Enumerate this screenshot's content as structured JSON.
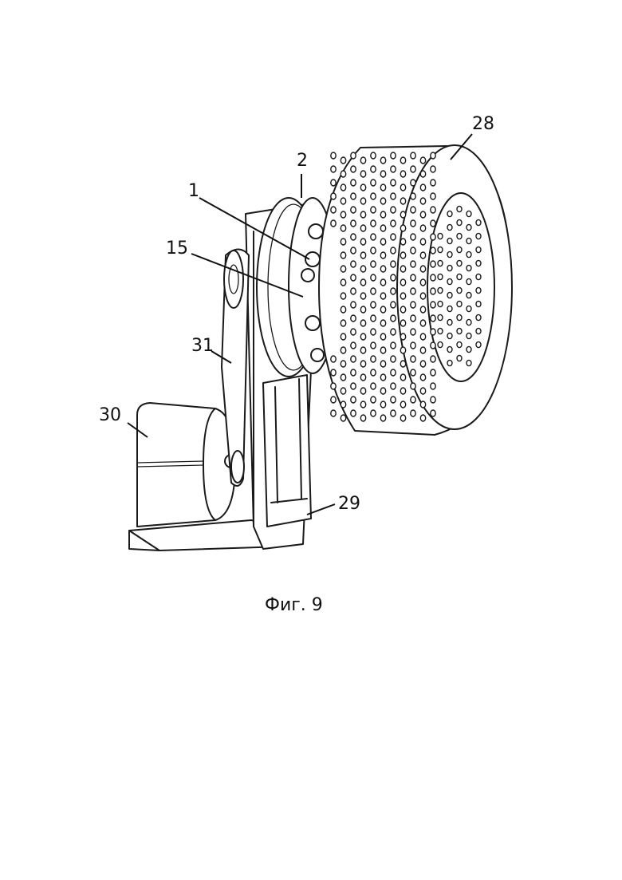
{
  "figure": {
    "caption": "Фиг. 9",
    "callouts": [
      {
        "id": "28",
        "text": "28"
      },
      {
        "id": "2",
        "text": "2"
      },
      {
        "id": "1",
        "text": "1"
      },
      {
        "id": "15",
        "text": "15"
      },
      {
        "id": "31",
        "text": "31"
      },
      {
        "id": "30",
        "text": "30"
      },
      {
        "id": "29",
        "text": "29"
      }
    ]
  }
}
